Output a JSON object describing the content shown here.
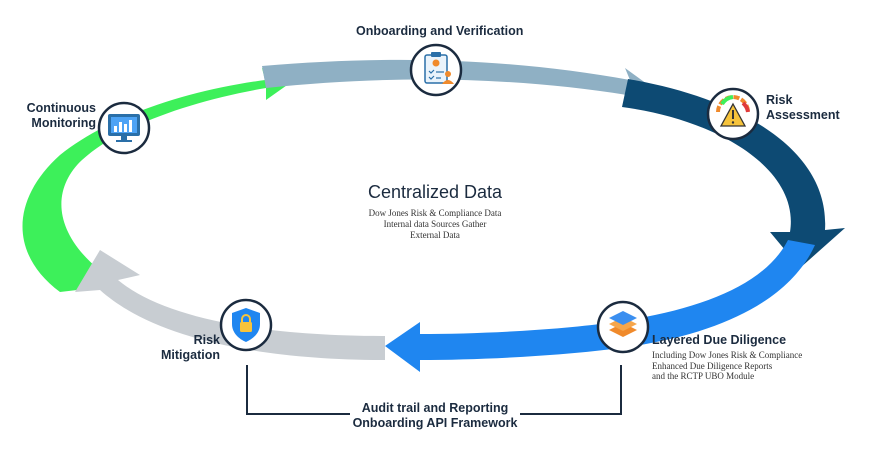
{
  "stages": {
    "onboarding": "Onboarding and Verification",
    "risk_assessment": [
      "Risk",
      "Assessment"
    ],
    "layered_due_diligence": "Layered Due Diligence",
    "risk_mitigation": [
      "Risk",
      "Mitigation"
    ],
    "continuous_monitoring": [
      "Continuous",
      "Monitoring"
    ]
  },
  "center": {
    "title": "Centralized Data",
    "lines": [
      "Dow Jones Risk & Compliance Data",
      "Internal data Sources Gather",
      "External Data"
    ]
  },
  "ldd_details": [
    "Including Dow Jones Risk & Compliance",
    "Enhanced Due Diligence Reports",
    "and the RCTP UBO Module"
  ],
  "bottom": {
    "lines": [
      "Audit trail and Reporting",
      "Onboarding API Framework"
    ]
  },
  "colors": {
    "green": "#3df05a",
    "gray_blue": "#8fb0c4",
    "navy": "#0d4a73",
    "blue": "#1f86f0",
    "light_gray": "#c8cdd2",
    "text": "#1b2b3f"
  },
  "icons": [
    "clipboard-check-icon",
    "gauge-warning-icon",
    "layers-icon",
    "shield-lock-icon",
    "monitor-chart-icon"
  ]
}
